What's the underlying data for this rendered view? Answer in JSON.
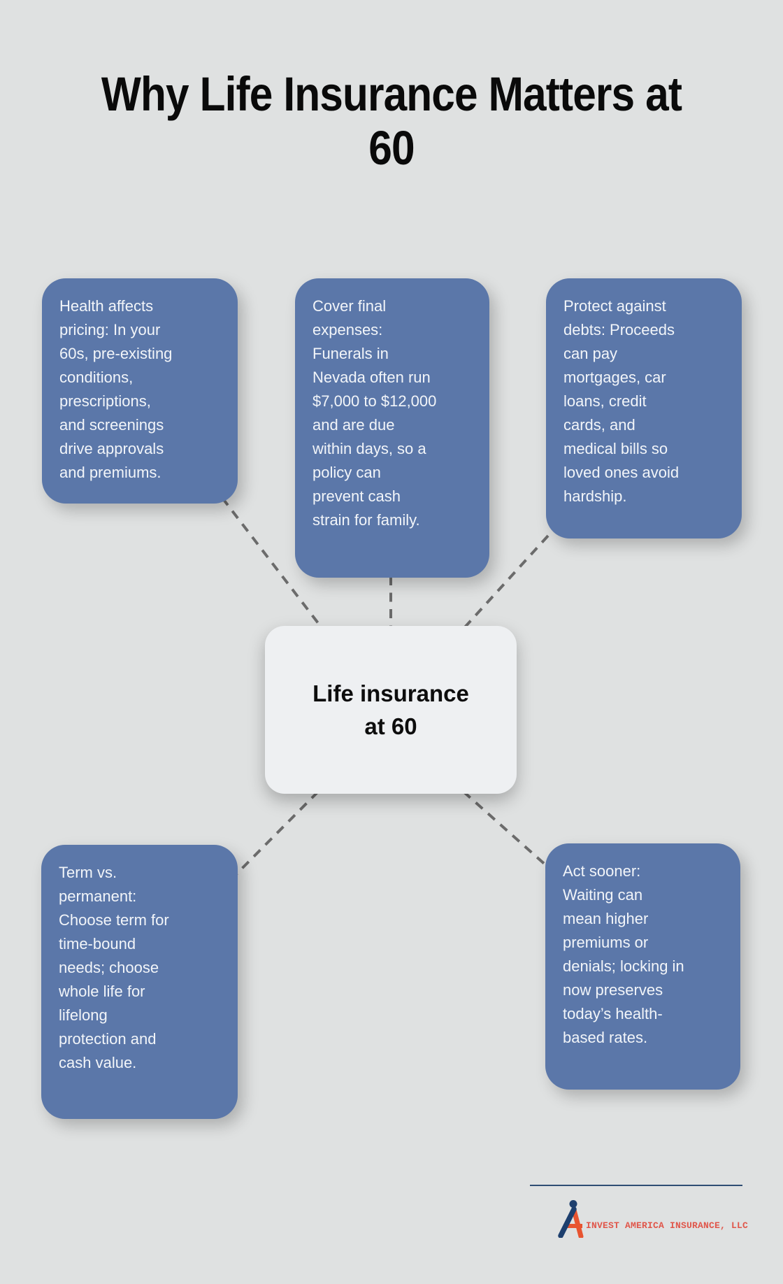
{
  "title": {
    "lines": [
      "Why Life Insurance Matters at",
      "60"
    ]
  },
  "center_node": {
    "lines": [
      "Life insurance",
      "at 60"
    ]
  },
  "nodes": [
    {
      "id": "health-pricing",
      "lines": [
        "Health affects",
        "pricing: In your",
        "60s, pre-existing",
        "conditions,",
        "prescriptions,",
        "and screenings",
        "drive approvals",
        "and premiums."
      ]
    },
    {
      "id": "final-expenses",
      "lines": [
        "Cover final",
        "expenses:",
        "Funerals in",
        "Nevada often run",
        "$7,000 to $12,000",
        "and are due",
        "within days, so a",
        "policy can",
        "prevent cash",
        "strain for family."
      ]
    },
    {
      "id": "debt-protection",
      "lines": [
        "Protect against",
        "debts: Proceeds",
        "can pay",
        "mortgages, car",
        "loans, credit",
        "cards, and",
        "medical bills so",
        "loved ones avoid",
        "hardship."
      ]
    },
    {
      "id": "term-vs-permanent",
      "lines": [
        "Term vs.",
        "permanent:",
        "Choose term for",
        "time-bound",
        "needs; choose",
        "whole life for",
        "lifelong",
        "protection and",
        "cash value."
      ]
    },
    {
      "id": "act-sooner",
      "lines": [
        "Act sooner:",
        "Waiting can",
        "mean higher",
        "premiums or",
        "denials; locking in",
        "now preserves",
        "today’s health-",
        "based rates."
      ]
    }
  ],
  "footer": {
    "brand": "INVEST AMERICA INSURANCE, LLC"
  },
  "colors": {
    "background": "#dfe1e1",
    "node_fill": "#5b77a9",
    "node_text": "#f2f5f9",
    "center_fill": "#eef0f2",
    "center_text": "#0d0d0d",
    "title_text": "#0a0a0a",
    "connector": "#6b6b6b",
    "divider": "#2f4d73",
    "brand_text": "#e0564a",
    "brand_navy": "#1d3f6e",
    "brand_orange": "#e85430"
  }
}
